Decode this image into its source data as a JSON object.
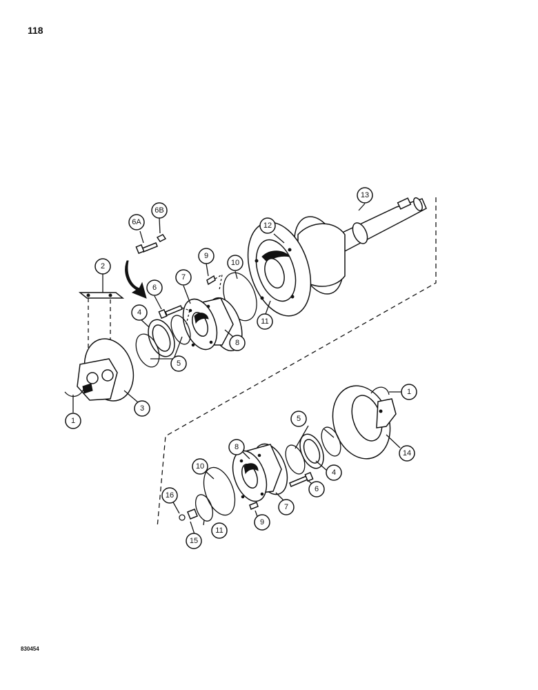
{
  "page": {
    "number": "118",
    "figure_code": "830454"
  },
  "callouts": {
    "c1a": "1",
    "c1b": "1",
    "c2": "2",
    "c3": "3",
    "c4a": "4",
    "c4b": "4",
    "c5a": "5",
    "c5b": "5",
    "c6a": "6",
    "c6b": "6",
    "c6A": "6A",
    "c6B": "6B",
    "c7a": "7",
    "c7b": "7",
    "c8a": "8",
    "c8b": "8",
    "c9a": "9",
    "c9b": "9",
    "c10a": "10",
    "c10b": "10",
    "c11a": "11",
    "c11b": "11",
    "c12": "12",
    "c13": "13",
    "c14": "14",
    "c15": "15",
    "c16": "16"
  }
}
